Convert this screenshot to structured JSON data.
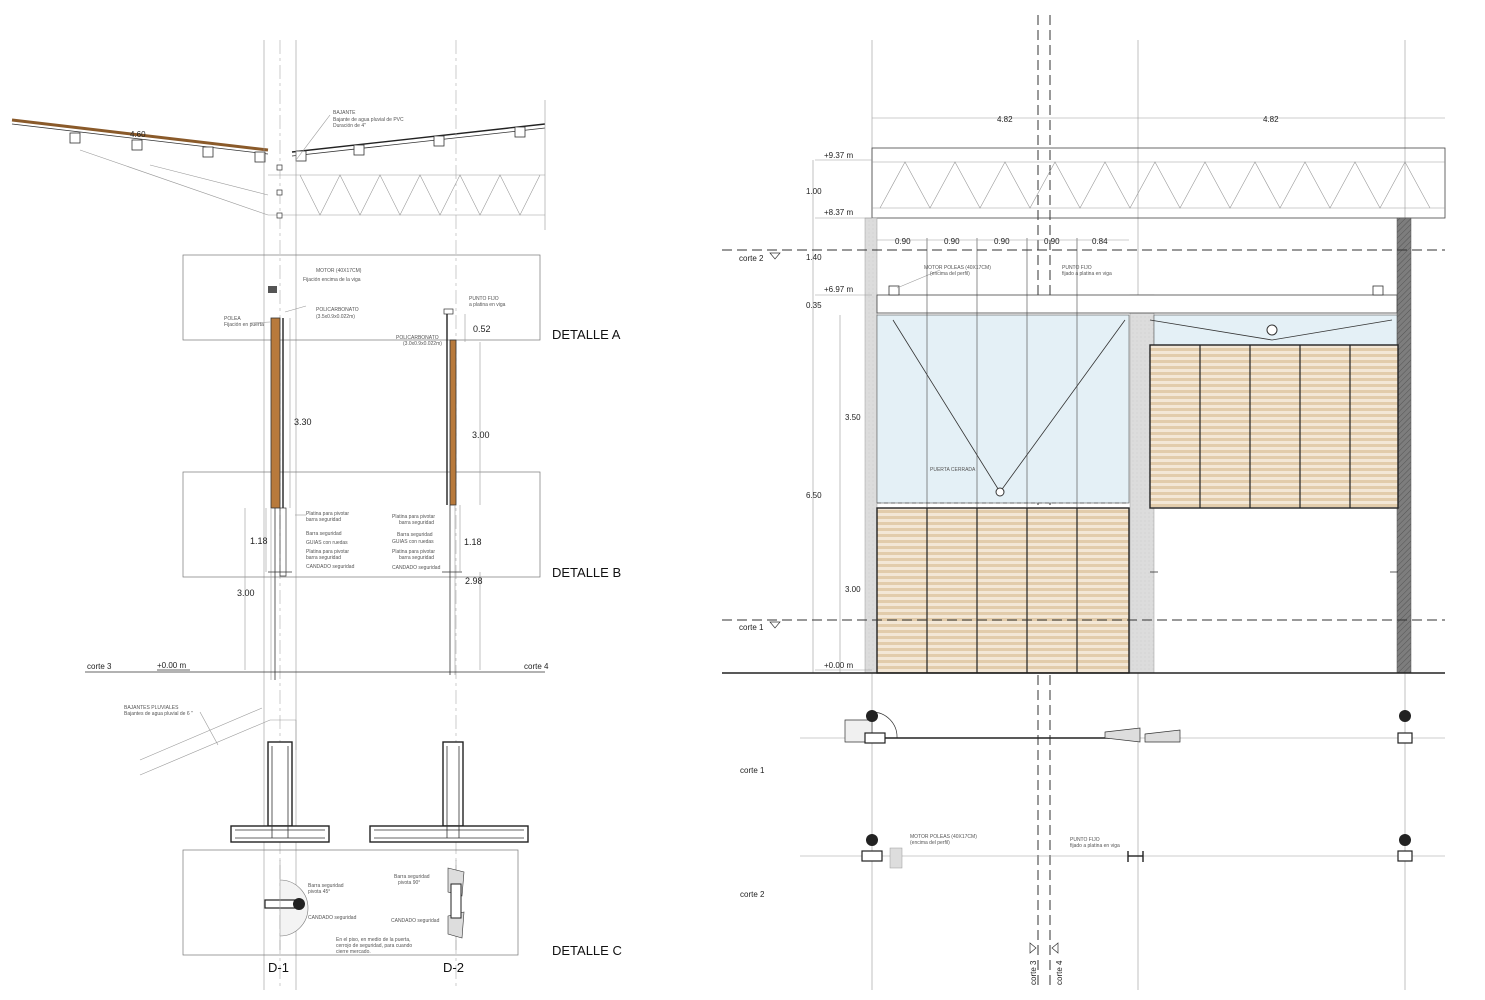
{
  "left": {
    "roof_label": "4.60",
    "notes": {
      "bajante_title": "BAJANTE",
      "bajante_l1": "Bajante de agua pluvial de PVC",
      "bajante_l2": "Duración de 4\"",
      "motor_title": "MOTOR (40X17CM)",
      "motor_sub": "Fijación encima de la viga",
      "polea_title": "POLEA",
      "polea_sub": "Fijación en puerta",
      "poli1_title": "POLICARBONATO",
      "poli1_sub": "(3.5x0.9x0.022m)",
      "punto_title": "PUNTO FIJO",
      "punto_sub": "a platina en viga",
      "poli2_title": "POLICARBONATO",
      "poli2_sub": "(3.0x0.9x0.022m)",
      "pl_piv_a": "Platina para pivotar",
      "pl_piv_b": "barra seguridad",
      "barra": "Barra seguridad",
      "guias": "GUIAS con ruedas",
      "pl_piv2_a": "Platina para pivotar",
      "pl_piv2_b": "barra seguridad",
      "candado": "CANDADO seguridad",
      "r_pl_piv_a": "Platina para pivotar",
      "r_pl_piv_b": "barra seguridad",
      "r_barra": "Barra seguridad",
      "r_guias": "GUIAS con ruedas",
      "r_pl_piv2_a": "Platina para pivotar",
      "r_pl_piv2_b": "barra seguridad",
      "r_candado": "CANDADO seguridad",
      "bp_title": "BAJANTES PLUVIALES",
      "bp_sub": "Bajantes de agua pluvial de 6 \"",
      "c_barra1_a": "Barra seguridad",
      "c_barra1_b": "pivota 45°",
      "c_candado1": "CANDADO seguridad",
      "c_barra2_a": "Barra seguridad",
      "c_barra2_b": "pivota 90°",
      "c_candado2": "CANDADO seguridad",
      "c_note_a": "En el piso, en medio de la puerta,",
      "c_note_b": "cerrojo de seguridad, para cuando",
      "c_note_c": "cierre mercado."
    },
    "dims": {
      "d052": "0.52",
      "d330": "3.30",
      "d300": "3.00",
      "d118a": "1.18",
      "d118b": "1.18",
      "d300b": "3.00",
      "d298": "2.98"
    },
    "detail_a": "DETALLE A",
    "detail_b": "DETALLE B",
    "detail_c": "DETALLE C",
    "corte3": "corte 3",
    "corte4": "corte 4",
    "level0": "+0.00 m",
    "d1": "D-1",
    "d2": "D-2"
  },
  "right": {
    "span1": "4.82",
    "span2": "4.82",
    "lvl_937": "+9.37 m",
    "lvl_837": "+8.37 m",
    "lvl_697": "+6.97 m",
    "lvl_000": "+0.00 m",
    "v100": "1.00",
    "v140": "1.40",
    "v035": "0.35",
    "v350": "3.50",
    "v650": "6.50",
    "v300": "3.00",
    "h090a": "0.90",
    "h090b": "0.90",
    "h090c": "0.90",
    "h090d": "0.90",
    "h084": "0.84",
    "corte2": "corte 2",
    "corte1": "corte 1",
    "motor_title": "MOTOR POLEAS (40X17CM)",
    "motor_sub": "(encima del perfil)",
    "punto_title": "PUNTO FIJO",
    "punto_sub": "fijado a platina en viga",
    "puerta": "PUERTA CERRADA",
    "plan1_label": "corte 1",
    "plan2_label": "corte 2",
    "p2_motor_title": "MOTOR POLEAS (40X17CM)",
    "p2_motor_sub": "(encima del perfil)",
    "p2_punto_title": "PUNTO FIJO",
    "p2_punto_sub": "fijado a platina en viga",
    "corte3_v": "corte 3",
    "corte4_v": "corte 4"
  },
  "colors": {
    "wood": "#b87a3c",
    "wood_light": "#e8d6bc",
    "glass": "#e4f0f6",
    "wall": "#8a8a8a"
  }
}
